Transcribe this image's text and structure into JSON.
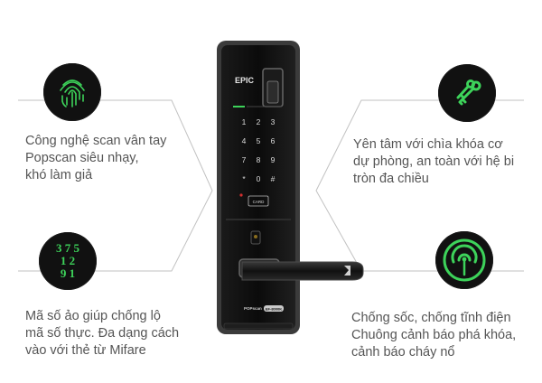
{
  "features": [
    {
      "text": "Công nghệ scan vân tay\nPopscan siêu nhạy,\nkhó làm giả",
      "icon": "fingerprint-icon"
    },
    {
      "text": "Mã số ảo giúp chống lộ\nmã số thực. Đa dạng cách\nvào với thẻ từ Mifare",
      "icon": "digits-icon"
    },
    {
      "text": "Yên tâm với chìa khóa cơ\ndự phòng, an toàn với hệ bi\ntròn đa chiều",
      "icon": "keys-icon"
    },
    {
      "text": "Chống sốc, chống tĩnh điện\nChuông cảnh báo phá khóa,\ncảnh báo cháy nổ",
      "icon": "alarm-signal-icon"
    }
  ],
  "digits_icon": {
    "row1": "3 7 5",
    "row2": "1 2",
    "row3": "9 1"
  },
  "lock": {
    "brand": "EPIC",
    "keypad": [
      "1",
      "2",
      "3",
      "4",
      "5",
      "6",
      "7",
      "8",
      "9",
      "*",
      "0",
      "#"
    ],
    "card_label": "CARD",
    "model_label": "POPscan",
    "model_badge": "EF-8000K"
  },
  "colors": {
    "accent_green": "#3dd35a",
    "text_gray": "#555555",
    "line_gray": "#bdbdbd"
  }
}
